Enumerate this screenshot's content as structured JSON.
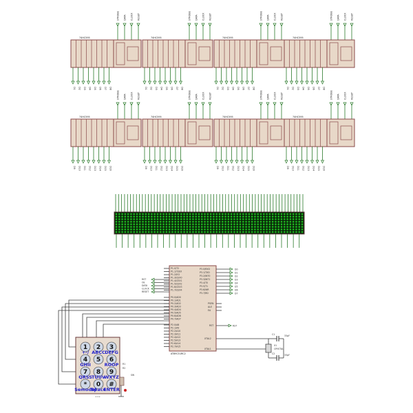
{
  "shift_register": {
    "part_label": "74HC595",
    "top_pin_labels": [
      "STROBE",
      "DATA",
      "CLOCK",
      "RESET"
    ],
    "output_label_prefix_row1": [
      "D1",
      "D2",
      "D3",
      "D4",
      "D5",
      "D6",
      "D7",
      "D8"
    ],
    "output_label_prefix_row2": [
      "D9",
      "D10",
      "D11",
      "D12",
      "D13",
      "D14",
      "D15",
      "D16"
    ]
  },
  "led_matrix": {
    "columns": 64,
    "rows": 8,
    "color": "#1fb51f"
  },
  "microcontroller": {
    "part_label": "AT89C51RC2",
    "left_pins": [
      "P1.0/T2",
      "P1.1/T2EX",
      "P1.2/ECI",
      "P1.3/CEX0",
      "P1.4/CEX1",
      "P1.5/CEX2",
      "P1.6/CEX3",
      "P1.7/CEX4"
    ],
    "left_pins_mid": [
      "P0.0/AD0",
      "P0.1/AD1",
      "P0.2/AD2",
      "P0.3/AD3",
      "P0.4/AD4",
      "P0.5/AD5",
      "P0.6/AD6",
      "P0.7/AD7"
    ],
    "left_pins_low": [
      "P2.0/A8",
      "P2.1/A9",
      "P2.2/A10",
      "P2.3/A11",
      "P2.4/A12",
      "P2.5/A13",
      "P2.6/A14",
      "P2.7/A15"
    ],
    "right_pins": [
      "P3.0/RXD",
      "P3.1/TXD",
      "P3.2/INT0",
      "P3.3/INT1",
      "P3.4/T0",
      "P3.5/T1",
      "P3.6/WR",
      "P3.7/RD"
    ],
    "right_mid": [
      "PSEN",
      "ALE",
      "EA"
    ],
    "rst_label": "RST",
    "xtal1": "XTAL1",
    "xtal2": "XTAL2",
    "side_signals": [
      "RST",
      "OE",
      "DATA",
      "CLOCK",
      "RESET"
    ],
    "port_outputs": [
      "D0",
      "D1",
      "D2",
      "D3",
      "D4",
      "D5",
      "D6",
      "D7"
    ],
    "rst_net": "RST"
  },
  "crystal": {
    "label": "X1",
    "freq": "CRYSTAL",
    "c1": "C1",
    "c2": "C2",
    "c_val": "33pF"
  },
  "keypad": {
    "keys": [
      {
        "num": "1",
        "txt": ""
      },
      {
        "num": "2",
        "txt": ""
      },
      {
        "num": "3",
        "txt": ""
      },
      {
        "num": "4",
        "txt": ""
      },
      {
        "num": "5",
        "txt": ""
      },
      {
        "num": "6",
        "txt": ""
      },
      {
        "num": "7",
        "txt": ""
      },
      {
        "num": "8",
        "txt": ""
      },
      {
        "num": "9",
        "txt": ""
      },
      {
        "num": "*",
        "txt": ""
      },
      {
        "num": "0",
        "txt": ""
      },
      {
        "num": "#",
        "txt": ""
      }
    ],
    "row_labels": [
      [
        "+-/",
        "ABCC",
        "DEFG"
      ],
      [
        "GHII",
        "",
        "ROOP"
      ],
      [
        "QRSS",
        "TUUV",
        "WXYZ"
      ],
      [
        "Semodel",
        "Space",
        "ENTER"
      ]
    ],
    "right_labels": [
      "R1",
      "R2",
      "SW"
    ],
    "bottom_label": "* * *"
  }
}
